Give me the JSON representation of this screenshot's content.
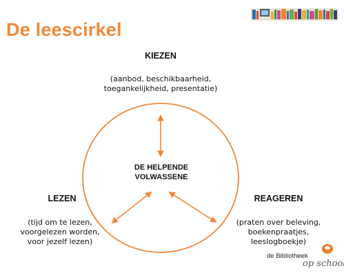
{
  "slide": {
    "title": "De leescirkel"
  },
  "diagram": {
    "center_label": "DE HELPENDE VOLWASSENE",
    "stages": [
      {
        "id": "kiezen",
        "heading": "KIEZEN",
        "description_lines": [
          "(aanbod, beschikbaarheid,",
          "toegankelijkheid, presentatie)"
        ]
      },
      {
        "id": "lezen",
        "heading": "LEZEN",
        "description_lines": [
          "(tijd om te lezen,",
          "voorgelezen worden,",
          "voor jezelf lezen)"
        ]
      },
      {
        "id": "reageren",
        "heading": "REAGEREN",
        "description_lines": [
          "(praten over beleving,",
          "boekenpraatjes,",
          "leeslogboekje)"
        ]
      }
    ],
    "accent_color": "#f0883a"
  },
  "logo": {
    "name_line": "de Bibliotheek",
    "sub_line": "op school"
  }
}
